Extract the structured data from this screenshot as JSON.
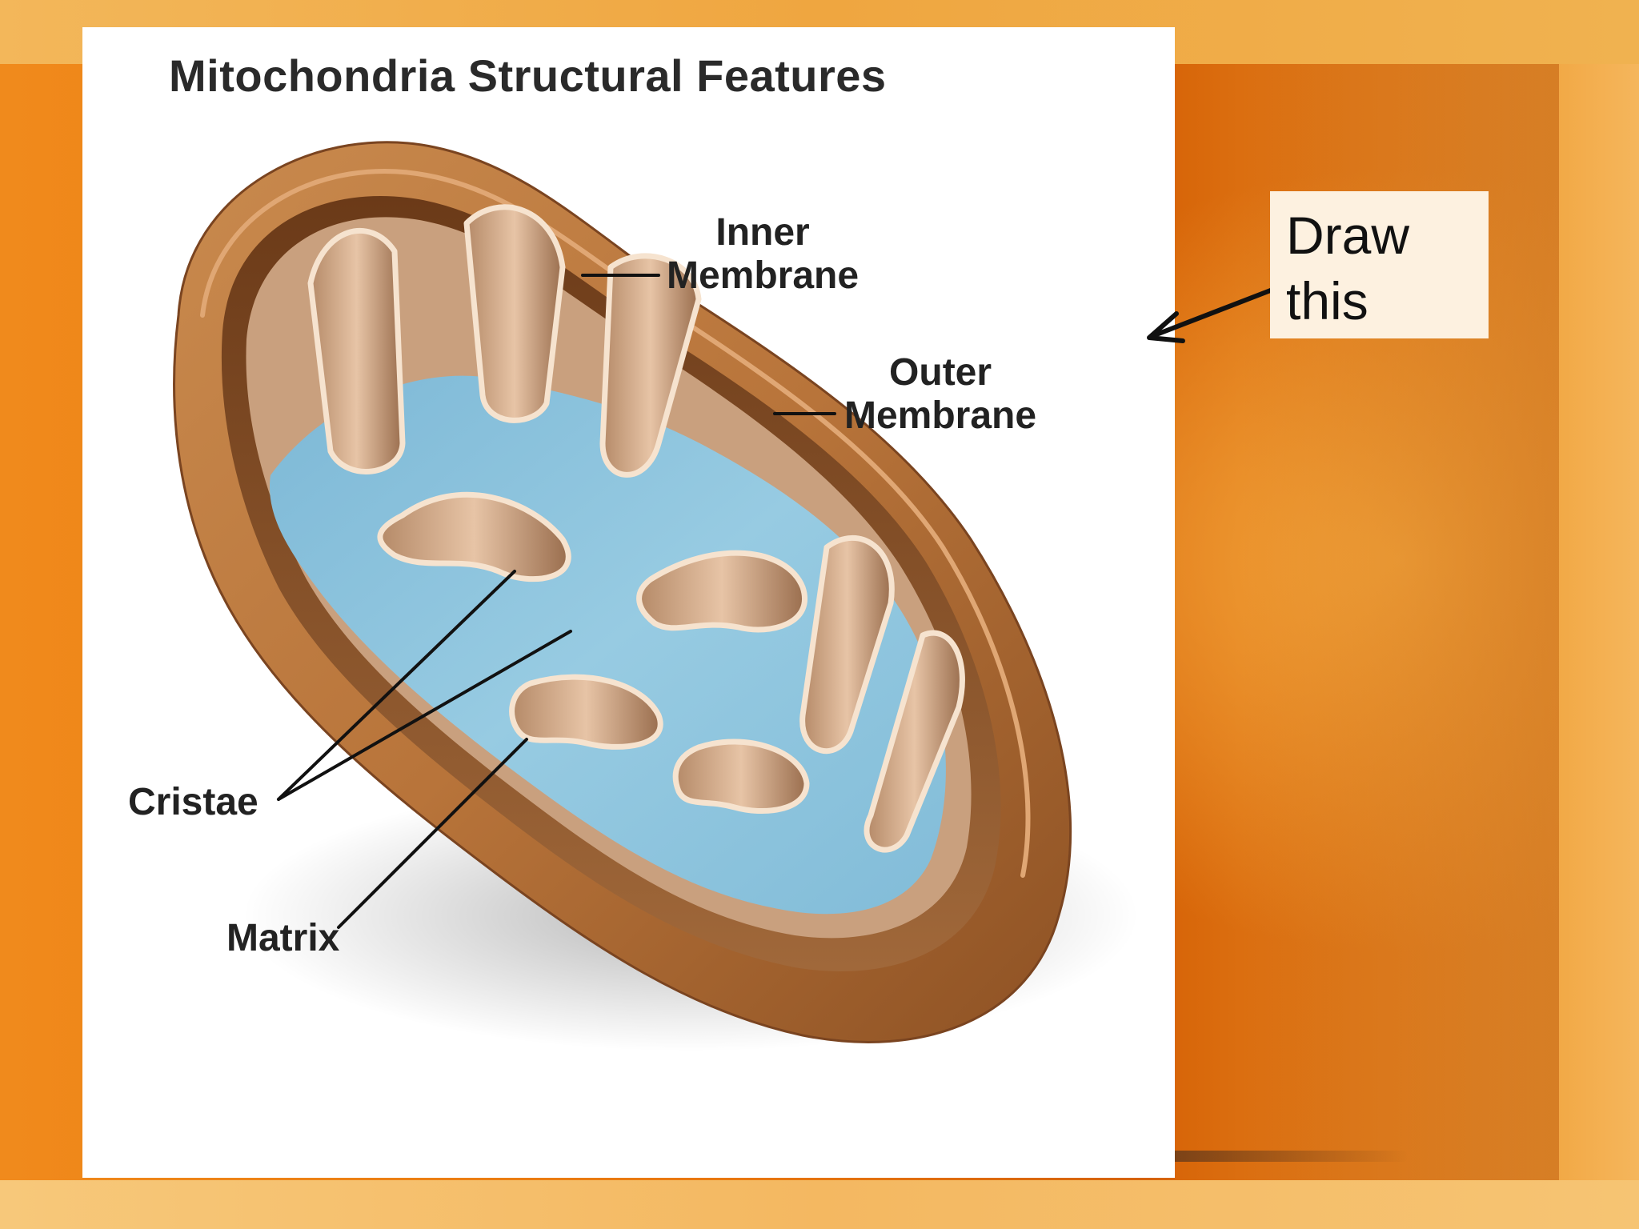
{
  "figure": {
    "title": "Mitochondria Structural Features",
    "labels": {
      "inner_membrane": [
        "Inner",
        "Membrane"
      ],
      "outer_membrane": [
        "Outer",
        "Membrane"
      ],
      "cristae": "Cristae",
      "matrix": "Matrix"
    }
  },
  "callout": {
    "lines": [
      "Draw",
      "this"
    ]
  },
  "colors": {
    "outer_membrane": "#b8743a",
    "inner_membrane": "#e7c4a6",
    "matrix": "#8cc3dd",
    "slide_background": "#e8780e"
  }
}
